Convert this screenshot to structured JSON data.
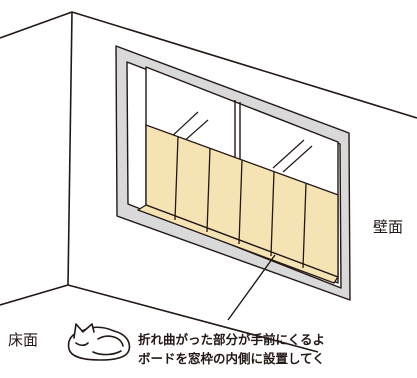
{
  "labels": {
    "wall": "壁面",
    "floor": "床面"
  },
  "caption": {
    "line1": "折れ曲がった部分が手前にくるよ",
    "line2": "ボードを窓枠の内側に設置してく"
  },
  "board_panel_count": 6,
  "colors": {
    "line": "#231815",
    "board": "#f6e3b4",
    "frame": "#d9d9d9",
    "glass": "#ffffff"
  },
  "icons": {
    "pet": "sleeping-cat-icon"
  }
}
